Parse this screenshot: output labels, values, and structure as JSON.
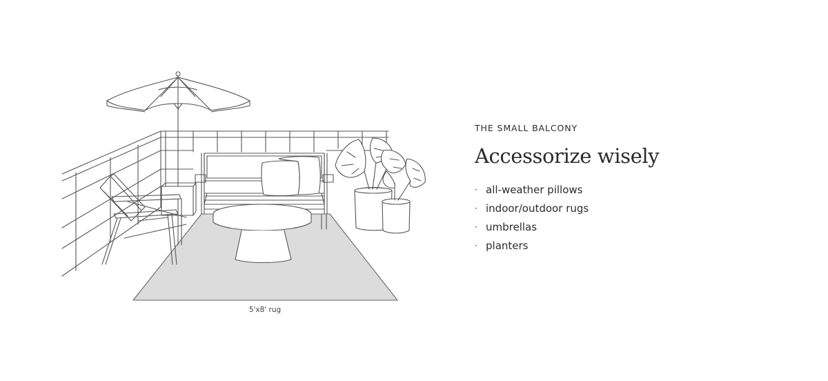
{
  "illustration": {
    "alt_items": [
      "umbrella-icon",
      "sofa-icon",
      "chair-icon",
      "coffee-table-icon",
      "planter-icon",
      "railing-icon",
      "rug-icon"
    ],
    "rug_caption": "5'x8' rug",
    "rug_color": "#dcdcdc",
    "line_color": "#555555"
  },
  "content": {
    "eyebrow": "THE SMALL BALCONY",
    "headline": "Accessorize wisely",
    "bullet_glyph": "·",
    "bullets": [
      "all-weather pillows",
      "indoor/outdoor rugs",
      "umbrellas",
      "planters"
    ]
  }
}
